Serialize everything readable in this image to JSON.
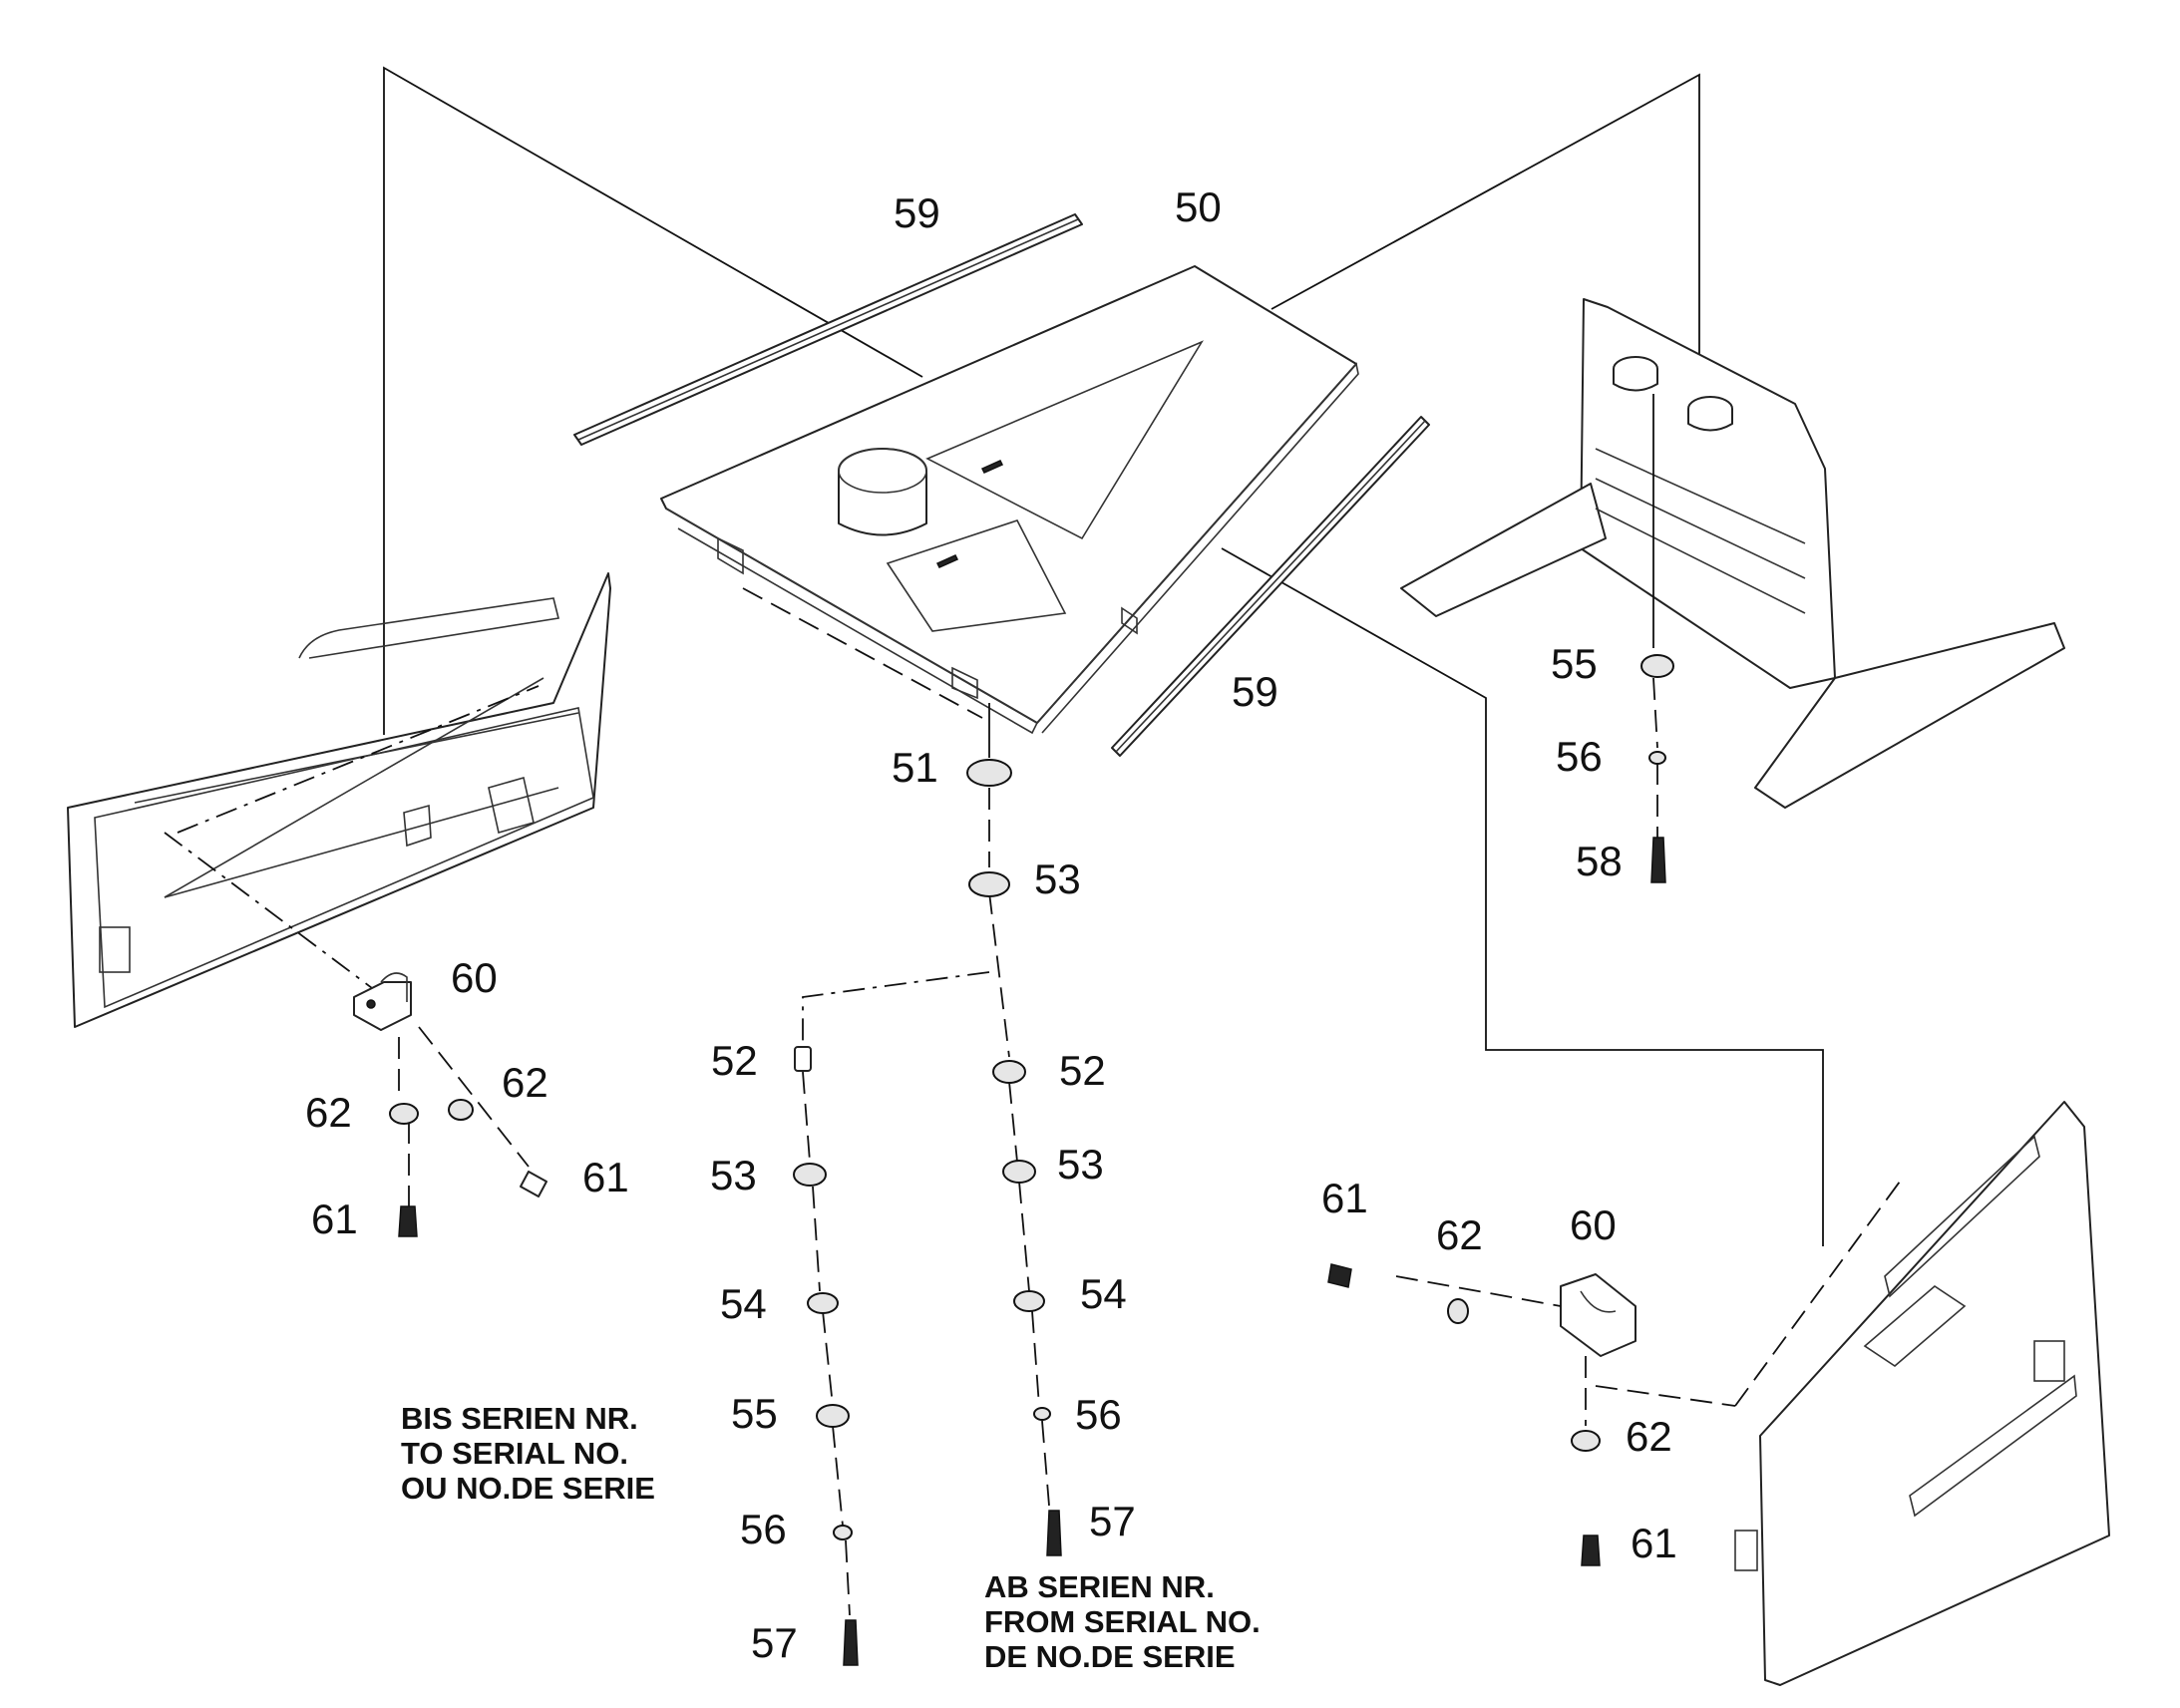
{
  "callouts": [
    {
      "id": "c59a",
      "text": "59"
    },
    {
      "id": "c50",
      "text": "50"
    },
    {
      "id": "c59b",
      "text": "59"
    },
    {
      "id": "c51",
      "text": "51"
    },
    {
      "id": "c53a",
      "text": "53"
    },
    {
      "id": "c55r",
      "text": "55"
    },
    {
      "id": "c56r",
      "text": "56"
    },
    {
      "id": "c58",
      "text": "58"
    },
    {
      "id": "c60l",
      "text": "60"
    },
    {
      "id": "c62la",
      "text": "62"
    },
    {
      "id": "c62lb",
      "text": "62"
    },
    {
      "id": "c61la",
      "text": "61"
    },
    {
      "id": "c61lb",
      "text": "61"
    },
    {
      "id": "c52l",
      "text": "52"
    },
    {
      "id": "c52r",
      "text": "52"
    },
    {
      "id": "c53l",
      "text": "53"
    },
    {
      "id": "c53r",
      "text": "53"
    },
    {
      "id": "c54l",
      "text": "54"
    },
    {
      "id": "c54r",
      "text": "54"
    },
    {
      "id": "c55l",
      "text": "55"
    },
    {
      "id": "c56l",
      "text": "56"
    },
    {
      "id": "c56m",
      "text": "56"
    },
    {
      "id": "c57l",
      "text": "57"
    },
    {
      "id": "c57r",
      "text": "57"
    },
    {
      "id": "c61ra",
      "text": "61"
    },
    {
      "id": "c62ra",
      "text": "62"
    },
    {
      "id": "c60r",
      "text": "60"
    },
    {
      "id": "c62rb",
      "text": "62"
    },
    {
      "id": "c61rb",
      "text": "61"
    }
  ],
  "notes": {
    "to_serial": [
      "BIS SERIEN NR.",
      "TO SERIAL NO.",
      "OU NO.DE SERIE"
    ],
    "from_serial": [
      "AB SERIEN NR.",
      "FROM SERIAL NO.",
      "DE NO.DE SERIE"
    ]
  },
  "colors": {
    "line": "#111111",
    "background": "#ffffff"
  }
}
